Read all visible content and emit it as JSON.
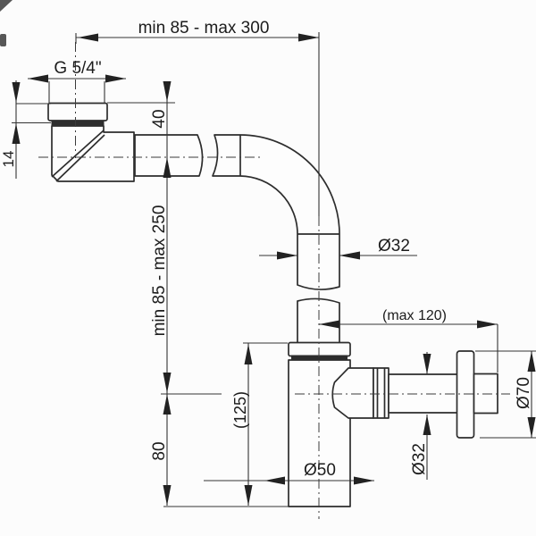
{
  "drawing": {
    "type": "technical-dimension-drawing",
    "subject": "bottle trap siphon with wall elbow and outlet flange",
    "labels": {
      "top_span": "min 85 - max 300",
      "thread_size": "G 5/4\"",
      "inlet_offset": "40",
      "nut_height": "14",
      "vertical_span": "min 85 - max 250",
      "pipe_diameter": "Ø32",
      "outlet_max_length": "(max 120)",
      "body_height": "(125)",
      "outlet_height": "80",
      "body_diameter": "Ø50",
      "outlet_pipe_diameter": "Ø32",
      "flange_diameter": "Ø70"
    },
    "colors": {
      "line": "#2d2d2d",
      "dimension_line": "#333333",
      "text": "#1c1c1c",
      "background": "#fcfcfc"
    }
  }
}
